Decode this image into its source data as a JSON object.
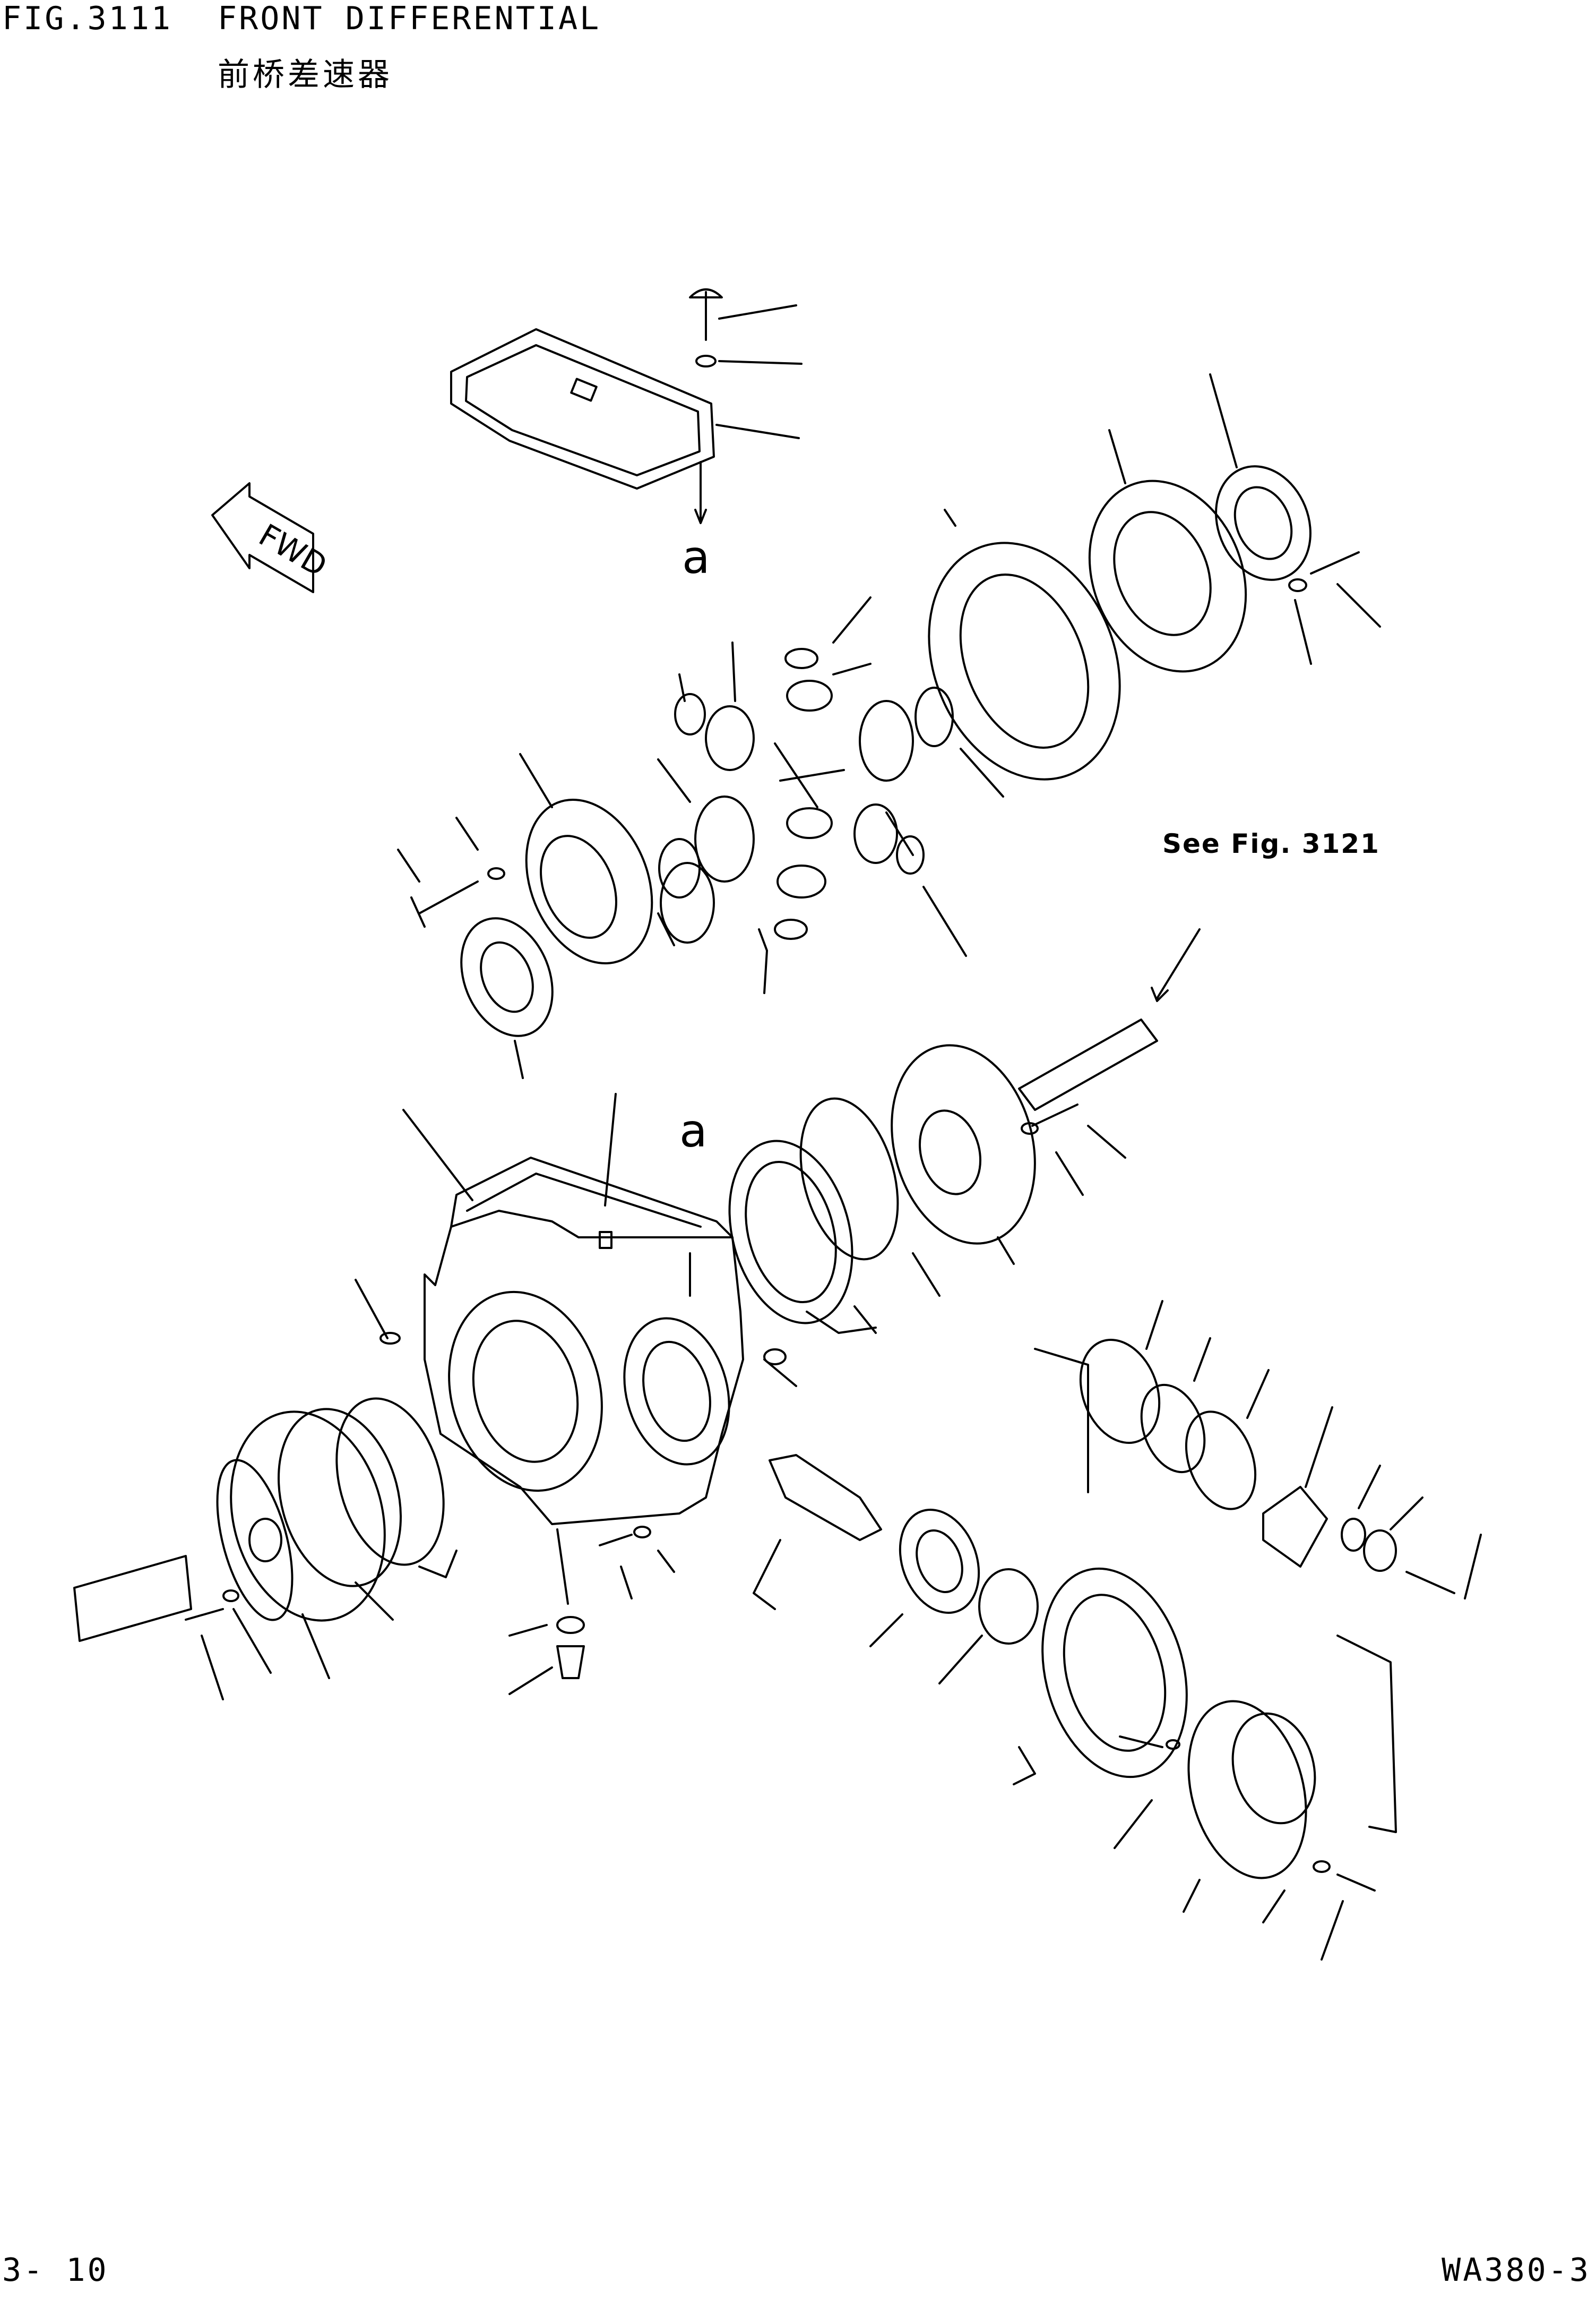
{
  "header": {
    "figure_number": "FIG.3111",
    "title": "FRONT DIFFERENTIAL",
    "title_cn": "前桥差速器"
  },
  "diagram": {
    "direction_label": "FWD",
    "reference_note": "See Fig. 3121",
    "callout_mark": "a"
  },
  "footer": {
    "page_number": "3- 10",
    "model": "WA380-3"
  }
}
